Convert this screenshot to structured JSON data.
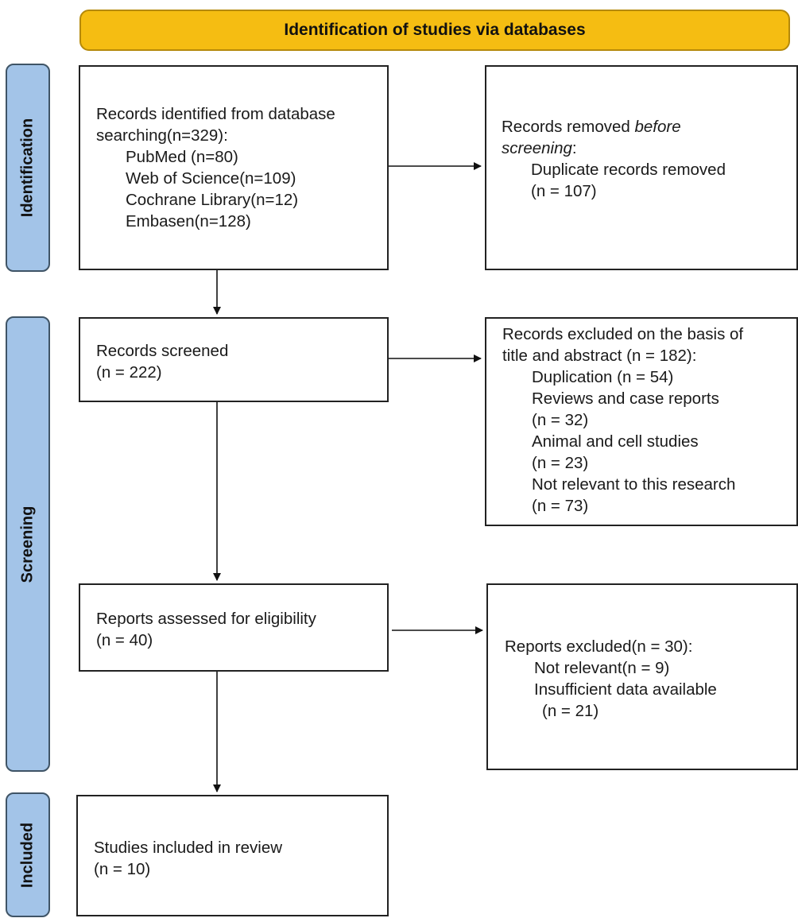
{
  "header": {
    "title": "Identification of studies via databases",
    "color": "#f5bd12"
  },
  "phases": {
    "identification": "Identification",
    "screening": "Screening",
    "included": "Included",
    "color": "#a3c4e8"
  },
  "identified": {
    "line1": "Records identified from database",
    "line2": "searching(n=329):",
    "sources": [
      "PubMed (n=80)",
      "Web of Science(n=109)",
      "Cochrane Library(n=12)",
      "Embasen(n=128)"
    ]
  },
  "removed": {
    "line1_plain": "Records removed ",
    "line1_italic": "before",
    "line2_italic": "screening",
    "line2_suffix": ":",
    "detail": "Duplicate records removed",
    "count": "(n = 107)"
  },
  "screened": {
    "label": "Records screened",
    "count": "(n = 222)"
  },
  "excluded_title": {
    "line1": "Records excluded on the basis of",
    "line2": "title and abstract (n = 182):",
    "items": [
      "Duplication (n = 54)",
      "Reviews and case reports",
      "(n = 32)",
      "Animal and cell studies",
      "(n = 23)",
      "Not relevant to this research",
      "(n = 73)"
    ]
  },
  "assessed": {
    "label": "Reports assessed for eligibility",
    "count": "(n = 40)"
  },
  "reports_excluded": {
    "line1": "Reports excluded(n = 30):",
    "items": [
      "Not relevant(n = 9)",
      "Insufficient data available",
      "(n = 21)"
    ]
  },
  "included": {
    "label": "Studies included in review",
    "count": "(n = 10)"
  }
}
